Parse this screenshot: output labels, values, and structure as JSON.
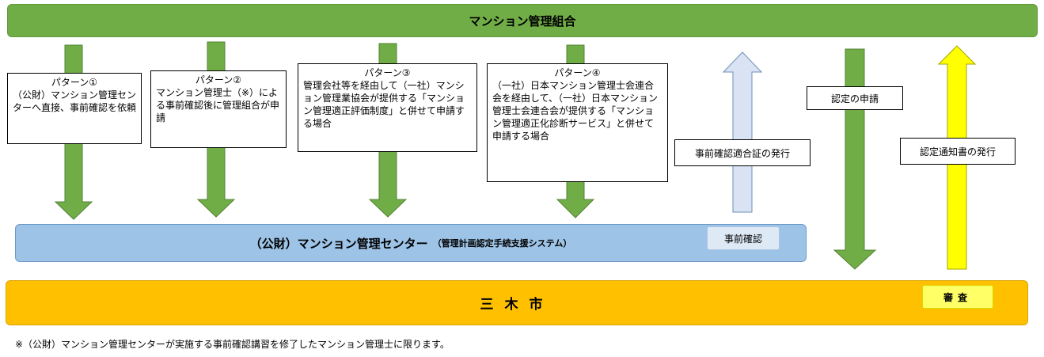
{
  "top_bar": {
    "text": "マンション管理組合"
  },
  "center_bar": {
    "main": "（公財）マンション管理センター",
    "sub": "（管理計画認定手続支援システム）",
    "tag": "事前確認"
  },
  "city_bar": {
    "text": "三木市",
    "tag": "審査"
  },
  "patterns": [
    {
      "title": "パターン①",
      "body": "（公財）マンション管理センターへ直接、事前確認を依頼"
    },
    {
      "title": "パターン②",
      "body": "マンション管理士（※）による事前確認後に管理組合が申請"
    },
    {
      "title": "パターン③",
      "body": "管理会社等を経由して（一社）マンション管理業協会が提供する「マンション管理適正評価制度」と併せて申請する場合"
    },
    {
      "title": "パターン④",
      "body": "（一社）日本マンション管理士会連合会を経由して、（一社）日本マンション管理士会連合会が提供する「マンション管理適正化診断サービス」と併せて申請する場合"
    }
  ],
  "labels": {
    "pre_cert": "事前確認適合証の発行",
    "apply": "認定の申請",
    "notice": "認定通知書の発行"
  },
  "note": "※（公財）マンション管理センターが実施する事前確認講習を修了したマンション管理士に限ります。",
  "colors": {
    "green": "#70ad47",
    "light_blue": "#dae3f3",
    "blue_bar": "#9dc3e6",
    "yellow": "#ffff00",
    "orange": "#ffc000"
  }
}
